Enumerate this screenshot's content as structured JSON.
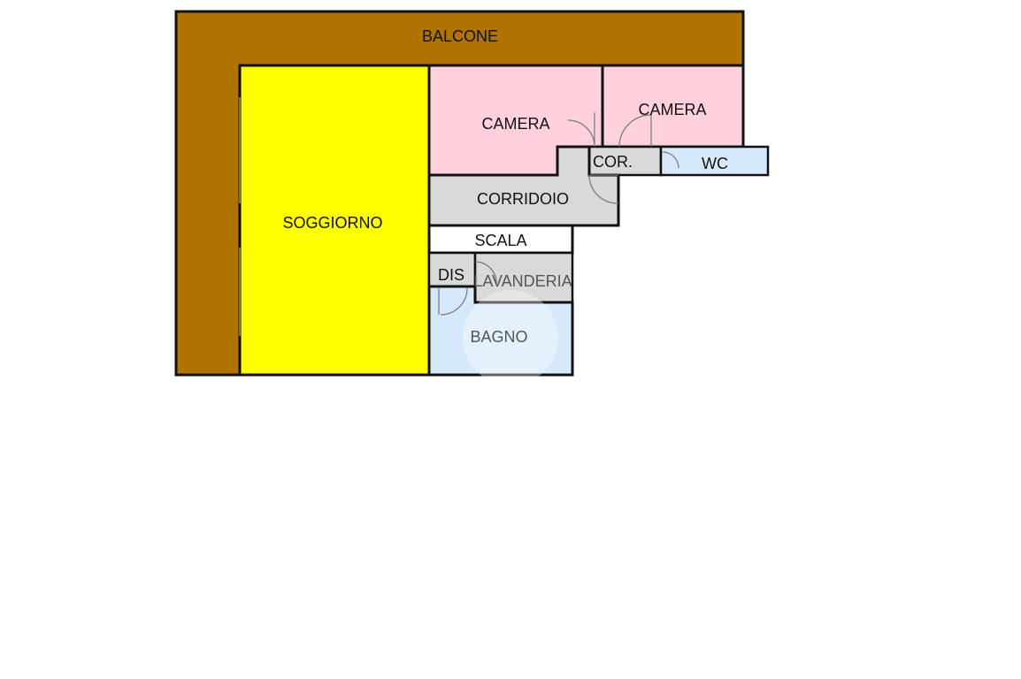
{
  "floorplan": {
    "rooms": {
      "balcone": "BALCONE",
      "soggiorno": "SOGGIORNO",
      "camera_1": "CAMERA",
      "camera_2": "CAMERA",
      "corridoio_small": "COR.",
      "wc": "WC",
      "corridoio": "CORRIDOIO",
      "scala": "SCALA",
      "dis": "DIS",
      "lavanderia": "LAVANDERIA",
      "bagno": "BAGNO"
    },
    "colors": {
      "balcone": "#b07300",
      "soggiorno": "#ffff00",
      "camera": "#ffd1dc",
      "wc": "#d6e9fb",
      "corridoio": "#d9d9d9",
      "scala": "#ffffff",
      "bagno": "#d6e9fb",
      "lavanderia": "#d9d9d9",
      "dis": "#d9d9d9"
    }
  }
}
